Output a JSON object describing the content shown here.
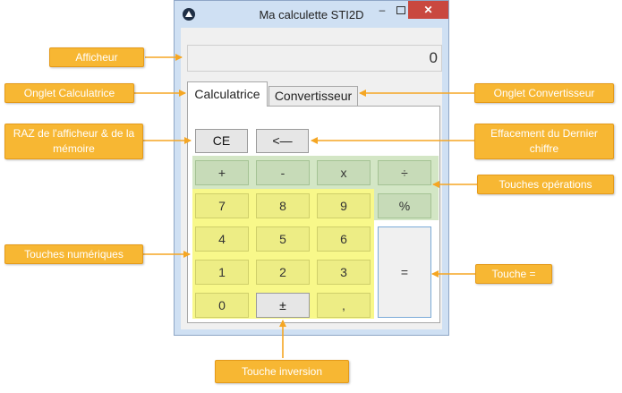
{
  "window": {
    "title": "Ma calculette STI2D",
    "minimize": "–",
    "close": "✕"
  },
  "display": {
    "value": "0"
  },
  "tabs": [
    {
      "label": "Calculatrice",
      "active": true
    },
    {
      "label": "Convertisseur",
      "active": false
    }
  ],
  "keys": {
    "clear": "CE",
    "backspace": "<—",
    "ops": [
      "+",
      "-",
      "x",
      "÷"
    ],
    "percent": "%",
    "digits_row1": [
      "7",
      "8",
      "9"
    ],
    "digits_row2": [
      "4",
      "5",
      "6"
    ],
    "digits_row3": [
      "1",
      "2",
      "3"
    ],
    "zero": "0",
    "invert": "±",
    "decimal": ",",
    "equals": "="
  },
  "callouts": {
    "afficheur": "Afficheur",
    "onglet_calc": "Onglet Calculatrice",
    "onglet_conv": "Onglet Convertisseur",
    "raz": "RAZ de l'afficheur & de la mémoire",
    "effacement": "Effacement du Dernier chiffre",
    "operations": "Touches opérations",
    "numeriques": "Touches numériques",
    "egal": "Touche =",
    "inversion": "Touche inversion"
  },
  "colors": {
    "callout_bg": "#f7b733",
    "operations_zone": "#d3e6c5",
    "numeric_zone": "#f8f88a",
    "close_button": "#c9483f"
  }
}
